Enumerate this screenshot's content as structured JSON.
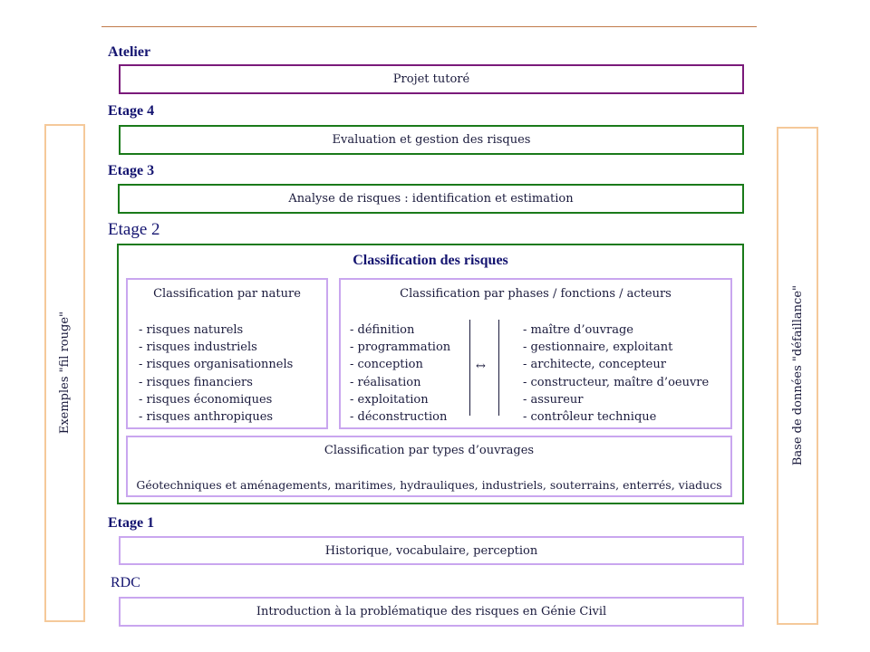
{
  "floors": {
    "atelier": {
      "label": "Atelier",
      "box": "Projet tutoré"
    },
    "etage4": {
      "label": "Etage 4",
      "box": "Evaluation et gestion des risques"
    },
    "etage3": {
      "label": "Etage 3",
      "box": "Analyse de risques : identification et estimation"
    },
    "etage2": {
      "label": "Etage 2",
      "title": "Classification des risques",
      "nature": {
        "heading": "Classification par nature",
        "items": [
          "- risques naturels",
          "- risques industriels",
          "- risques organisationnels",
          "- risques financiers",
          "- risques économiques",
          "- risques anthropiques"
        ]
      },
      "phases": {
        "heading": "Classification par phases / fonctions / acteurs",
        "phases": [
          "- définition",
          "- programmation",
          "- conception",
          "- réalisation",
          "- exploitation",
          "- déconstruction"
        ],
        "arrow": "↔",
        "actors": [
          "- maître d’ouvrage",
          "- gestionnaire, exploitant",
          "- architecte, concepteur",
          "- constructeur, maître d’oeuvre",
          "- assureur",
          "- contrôleur technique"
        ]
      },
      "ouvrages": {
        "heading": "Classification par types d’ouvrages",
        "text": "Géotechniques et aménagements, maritimes, hydrauliques, industriels, souterrains, enterrés, viaducs"
      }
    },
    "etage1": {
      "label": "Etage 1",
      "box": "Historique, vocabulaire, perception"
    },
    "rdc": {
      "label": "RDC",
      "box": "Introduction à la problématique des risques en Génie Civil"
    }
  },
  "side_left": "Exemples \"fil rouge\"",
  "side_right": "Base de données \"défaillance\""
}
